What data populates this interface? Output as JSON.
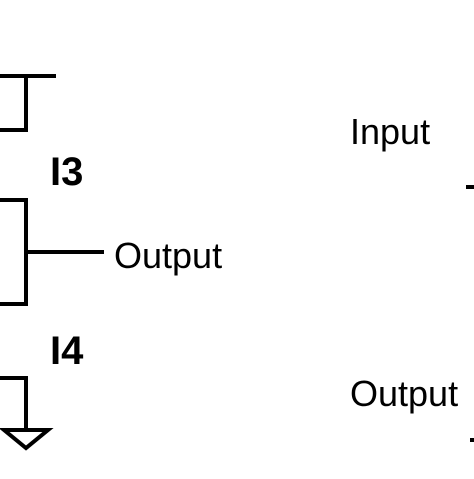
{
  "diagram": {
    "labels": {
      "i3": "I3",
      "i4": "I4",
      "output_left": "Output",
      "input_right": "Input",
      "output_right": "Output"
    }
  }
}
